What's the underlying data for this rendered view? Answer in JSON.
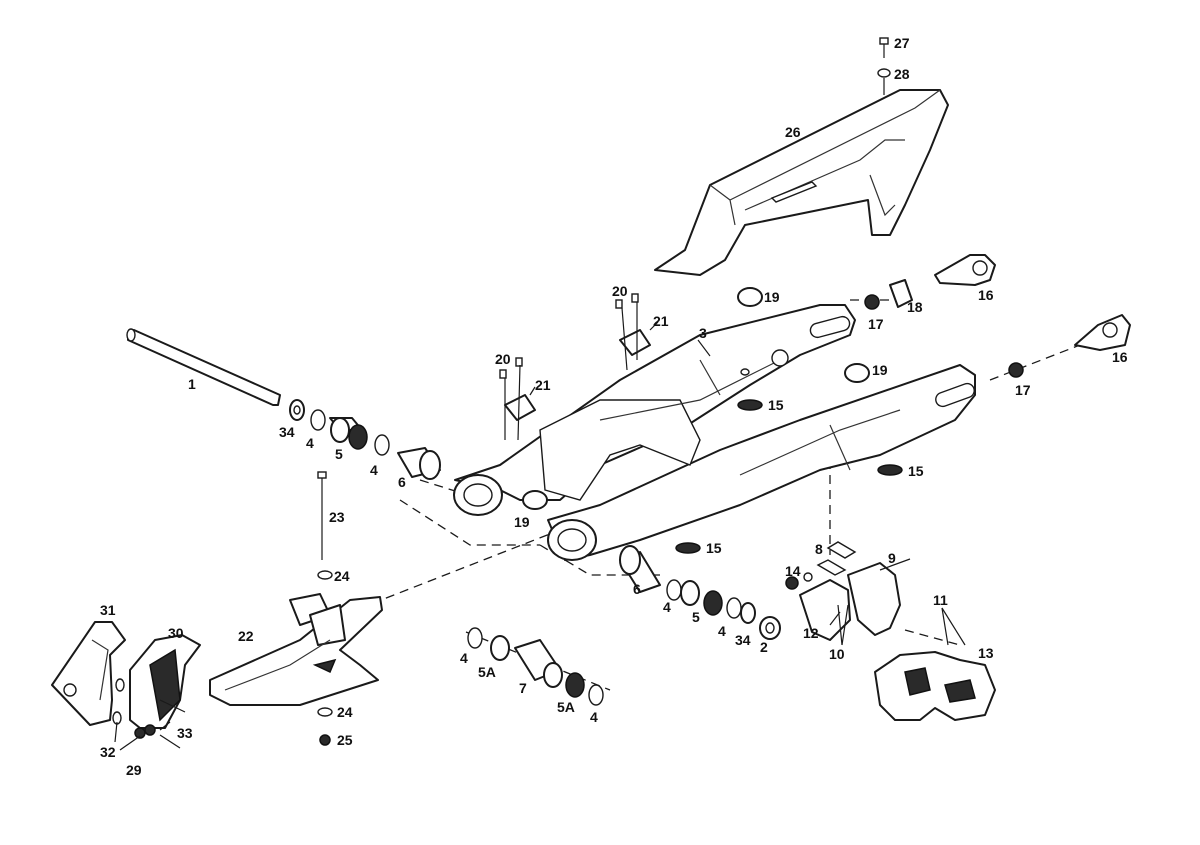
{
  "callouts": {
    "c1": "1",
    "c2": "2",
    "c3": "3",
    "c4a": "4",
    "c4b": "4",
    "c4c": "4",
    "c4d": "4",
    "c4e": "4",
    "c4f": "4",
    "c5a": "5",
    "c5b": "5",
    "c5Aa": "5A",
    "c5Ab": "5A",
    "c6a": "6",
    "c6b": "6",
    "c7": "7",
    "c8": "8",
    "c9": "9",
    "c10": "10",
    "c11": "11",
    "c12": "12",
    "c13": "13",
    "c14": "14",
    "c15a": "15",
    "c15b": "15",
    "c15c": "15",
    "c16a": "16",
    "c16b": "16",
    "c17a": "17",
    "c17b": "17",
    "c18": "18",
    "c19a": "19",
    "c19b": "19",
    "c19c": "19",
    "c20a": "20",
    "c20b": "20",
    "c21a": "21",
    "c21b": "21",
    "c22": "22",
    "c23": "23",
    "c24a": "24",
    "c24b": "24",
    "c25": "25",
    "c26": "26",
    "c27": "27",
    "c28": "28",
    "c29": "29",
    "c30": "30",
    "c31": "31",
    "c32": "32",
    "c33": "33",
    "c34a": "34",
    "c34b": "34"
  }
}
